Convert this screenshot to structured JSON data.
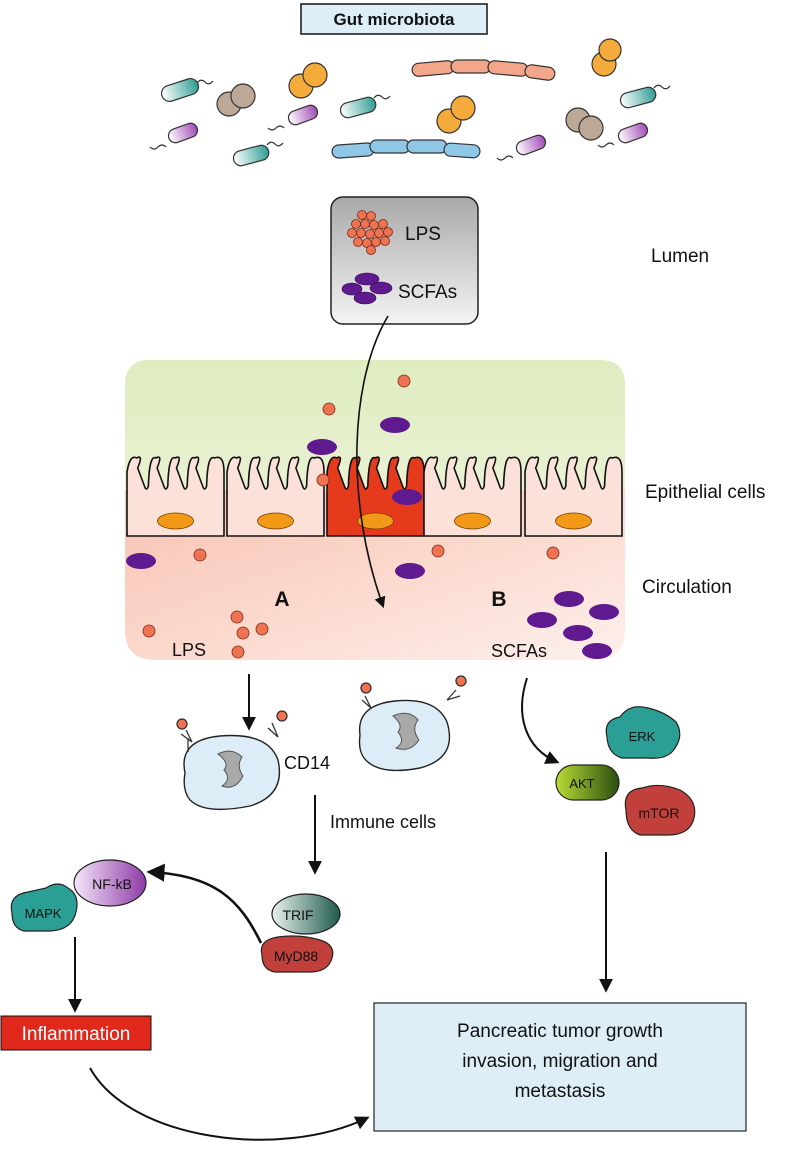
{
  "title": "Gut microbiota",
  "regions": {
    "lumen": "Lumen",
    "epithelial": "Epithelial cells",
    "circulation": "Circulation",
    "immune": "Immune cells"
  },
  "metabolites_box": {
    "lps": "LPS",
    "scfas": "SCFAs"
  },
  "pathway_a": {
    "marker": "A",
    "source": "LPS",
    "receptor": "CD14",
    "adaptors": [
      "TRIF",
      "MyD88"
    ],
    "effectors": [
      "NF-kB",
      "MAPK"
    ],
    "outcome": "Inflammation"
  },
  "pathway_b": {
    "marker": "B",
    "source": "SCFAs",
    "effectors": [
      "ERK",
      "AKT",
      "mTOR"
    ]
  },
  "result": {
    "line1": "Pancreatic tumor growth",
    "line2": "invasion, migration and",
    "line3": "metastasis"
  },
  "colors": {
    "lumen_green": "#dfecc0",
    "circulation_pink": "#f9cfc1",
    "lps_orange": "#ef7252",
    "scfa_purple": "#5e1a8e",
    "inflammation_red": "#e0281c",
    "result_blue": "#ddeef7"
  }
}
